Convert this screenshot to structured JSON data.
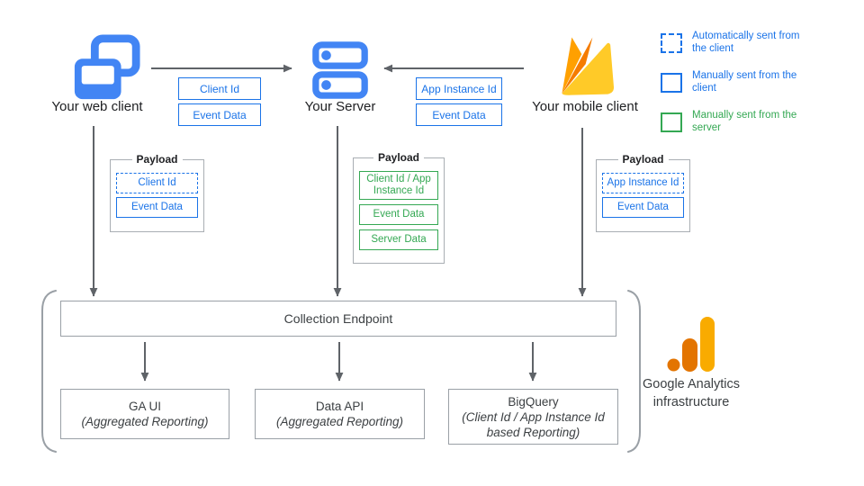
{
  "nodes": {
    "web_client": {
      "label": "Your web client"
    },
    "server": {
      "label": "Your Server"
    },
    "mobile_client": {
      "label": "Your mobile client"
    }
  },
  "flows": {
    "web_to_server": {
      "tags": [
        "Client Id",
        "Event Data"
      ]
    },
    "mobile_to_server": {
      "tags": [
        "App Instance Id",
        "Event Data"
      ]
    }
  },
  "payloads": {
    "web": {
      "title": "Payload",
      "items": [
        "Client Id",
        "Event Data"
      ]
    },
    "server": {
      "title": "Payload",
      "items": [
        "Client Id / App Instance Id",
        "Event Data",
        "Server Data"
      ]
    },
    "mobile": {
      "title": "Payload",
      "items": [
        "App Instance Id",
        "Event Data"
      ]
    }
  },
  "legend": {
    "items": [
      {
        "label": "Automatically sent from the client",
        "swatch": "dashed-blue",
        "color": "#1a73e8"
      },
      {
        "label": "Manually sent from the client",
        "swatch": "solid-blue",
        "color": "#1a73e8"
      },
      {
        "label": "Manually sent from the server",
        "swatch": "solid-green",
        "color": "#34a853"
      }
    ]
  },
  "infrastructure": {
    "endpoint_label": "Collection Endpoint",
    "outputs": [
      {
        "title": "GA UI",
        "subtitle": "(Aggregated Reporting)"
      },
      {
        "title": "Data API",
        "subtitle": "(Aggregated Reporting)"
      },
      {
        "title": "BigQuery",
        "subtitle": "(Client Id / App Instance Id based Reporting)"
      }
    ],
    "brand_label": "Google Analytics infrastructure"
  },
  "colors": {
    "accent_blue": "#1a73e8",
    "icon_blue": "#4285f4",
    "accent_green": "#34a853",
    "arrow_gray": "#5f6368",
    "box_gray": "#9aa0a6",
    "firebase_yellow": "#ffca28",
    "firebase_orange": "#f57c00",
    "firebase_amber": "#ffa000",
    "ga_orange": "#e37400",
    "ga_amber": "#f9ab00"
  }
}
